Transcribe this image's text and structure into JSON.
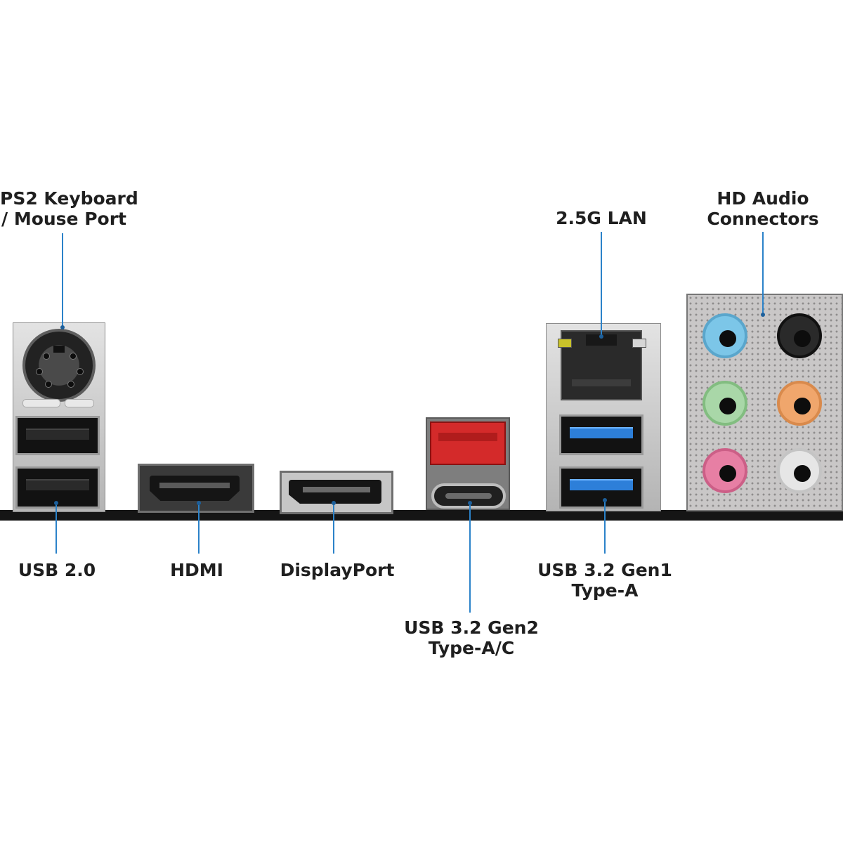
{
  "labels": {
    "ps2": [
      "PS2 Keyboard",
      "/ Mouse Port"
    ],
    "lan": "2.5G LAN",
    "audio": [
      "HD Audio",
      "Connectors"
    ],
    "usb20": "USB 2.0",
    "hdmi": "HDMI",
    "displayport": "DisplayPort",
    "usb_gen2": [
      "USB 3.2 Gen2",
      "Type-A/C"
    ],
    "usb_gen1": [
      "USB 3.2 Gen1",
      "Type-A"
    ]
  },
  "colors": {
    "leader": "#2b82c9",
    "usb_gen1_tongue": "#2d7fd9",
    "usb_gen2_body": "#d42a2a",
    "audio_blue": "#7cc6e8",
    "audio_green": "#a9d7a8",
    "audio_pink": "#e77fa4",
    "audio_orange": "#f0a66c",
    "audio_black": "#2a2a2a",
    "audio_white": "#e6e6e6"
  }
}
